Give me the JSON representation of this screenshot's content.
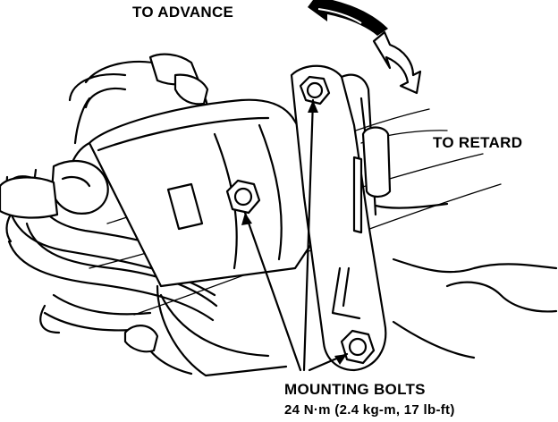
{
  "labels": {
    "advance": "TO ADVANCE",
    "retard": "TO RETARD",
    "mounting_bolts": "MOUNTING BOLTS",
    "torque_spec": "24 N·m (2.4 kg-m, 17 lb-ft)"
  },
  "icons": {
    "advance_arrow": "curved-arrow-left-icon",
    "rotation_arrow": "double-headed-curved-arrow-icon",
    "bolt": "hex-bolt-icon"
  },
  "colors": {
    "ink": "#000000",
    "paper": "#ffffff"
  }
}
